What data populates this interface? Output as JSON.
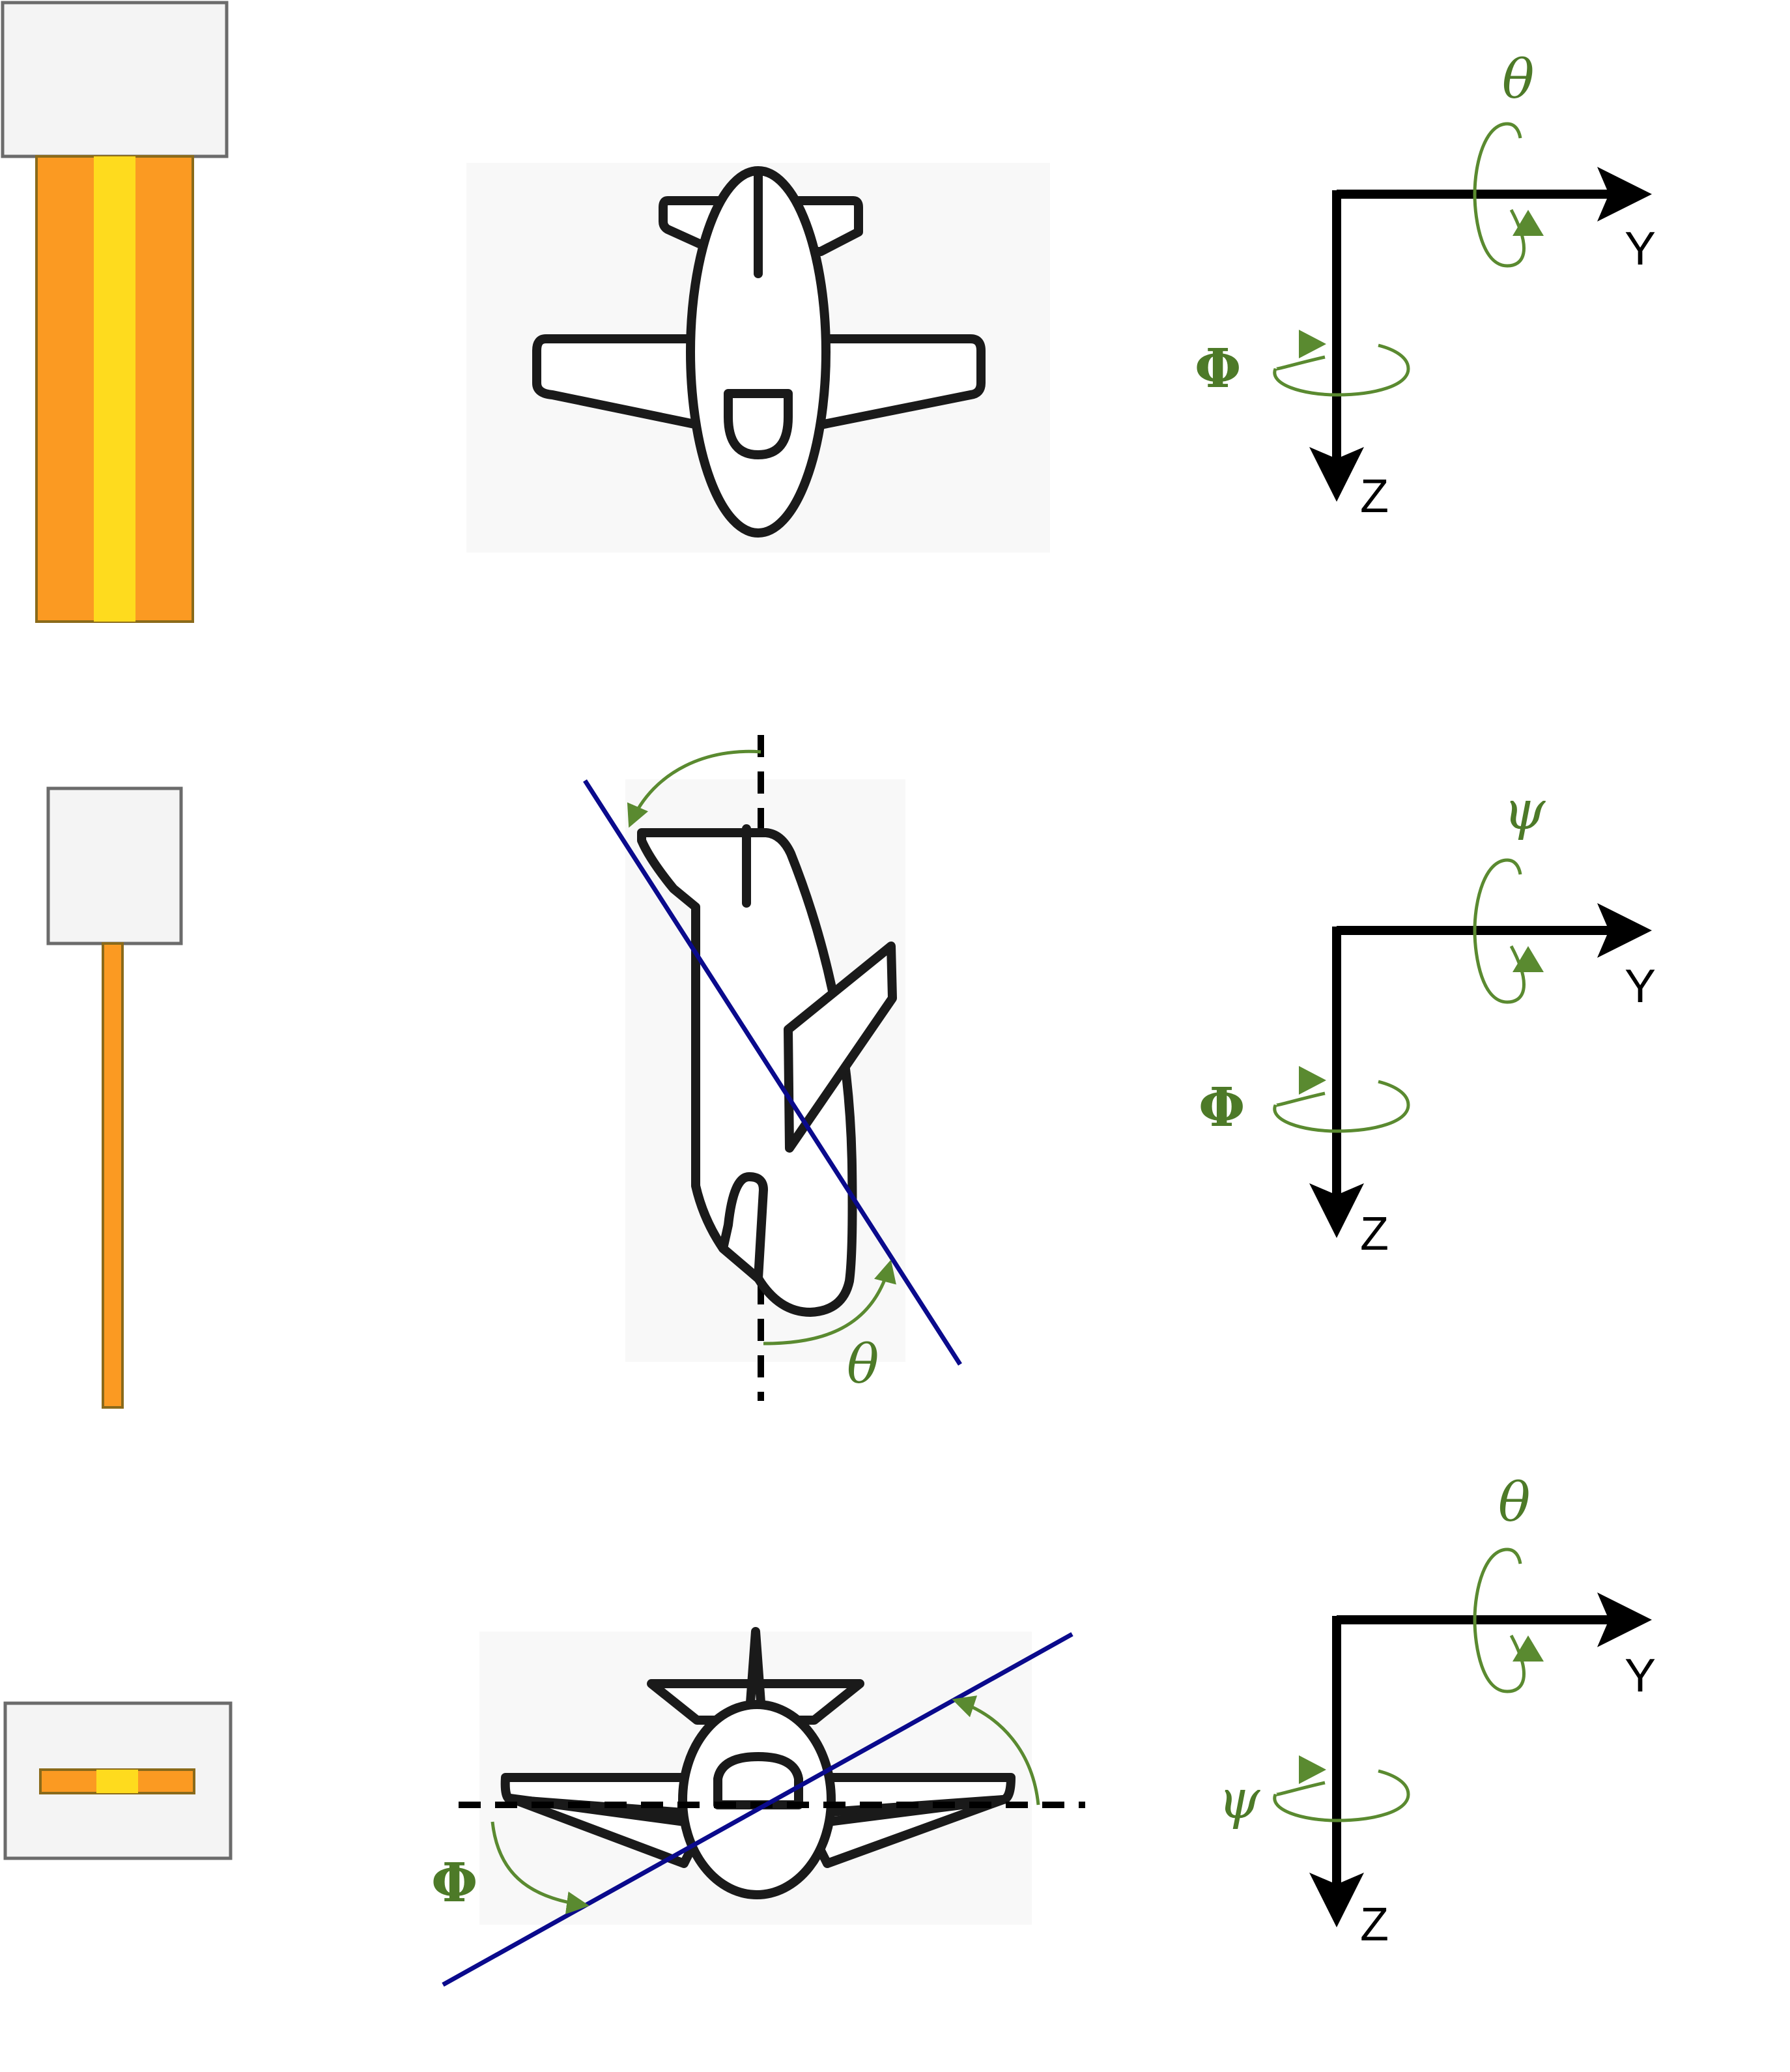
{
  "colors": {
    "background": "#ffffff",
    "box_fill": "#f4f4f4",
    "box_stroke": "#6b6b6b",
    "strip_orange": "#fb9a22",
    "strip_yellow": "#fedb1e",
    "strip_stroke": "#8a6a1a",
    "photo_bg": "#f8f8f8",
    "plane_stroke": "#1a1a1a",
    "plane_fill": "#ffffff",
    "axis": "#000000",
    "rotation": "#5a8a30",
    "angle_label": "#4d7a28",
    "tilt_line": "#0a0a8c",
    "reference_line": "#000000"
  },
  "rows": [
    {
      "sensor_view": "top",
      "plane_view": "top-view-level",
      "axes": {
        "y_label": "Y",
        "z_label": "Z",
        "y_rotation_symbol": "θ",
        "z_rotation_symbol": "Φ"
      }
    },
    {
      "sensor_view": "side",
      "plane_view": "side-view-pitched",
      "angle_label": "θ",
      "axes": {
        "y_label": "Y",
        "z_label": "Z",
        "y_rotation_symbol": "ψ",
        "z_rotation_symbol": "Φ"
      }
    },
    {
      "sensor_view": "front",
      "plane_view": "front-view-rolled",
      "angle_label": "Φ",
      "axes": {
        "y_label": "Y",
        "z_label": "Z",
        "y_rotation_symbol": "θ",
        "z_rotation_symbol": "ψ"
      }
    }
  ]
}
